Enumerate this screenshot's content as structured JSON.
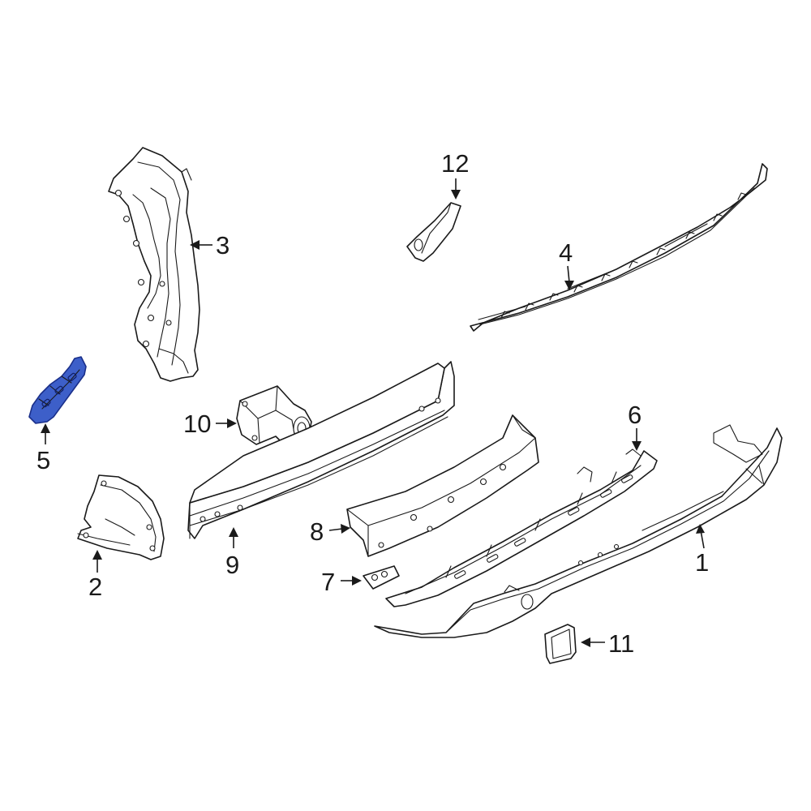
{
  "colors": {
    "line": "#1a1a1a",
    "background": "#ffffff",
    "highlight_fill": "#3d5fc9",
    "highlight_stroke": "#1a2f8a"
  },
  "callouts": {
    "c1": "1",
    "c2": "2",
    "c3": "3",
    "c4": "4",
    "c5": "5",
    "c6": "6",
    "c7": "7",
    "c8": "8",
    "c9": "9",
    "c10": "10",
    "c11": "11",
    "c12": "12"
  },
  "highlighted_part": "5"
}
